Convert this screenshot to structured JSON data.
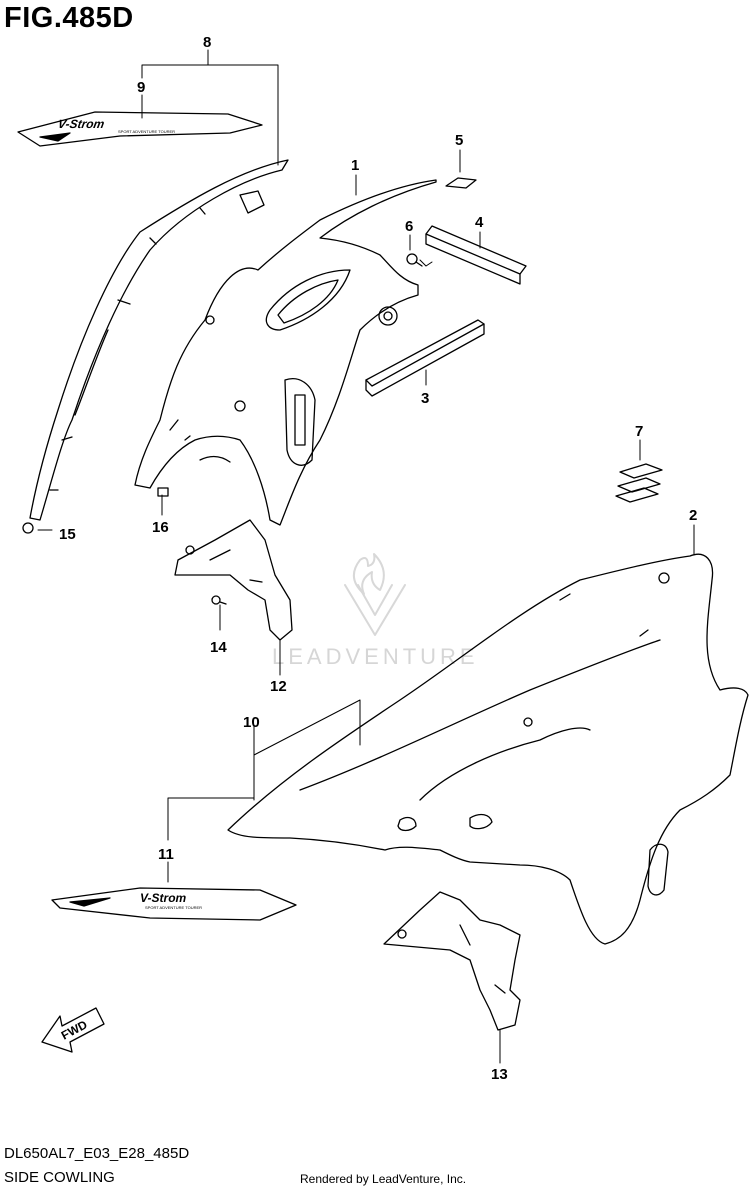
{
  "figure": {
    "title": "FIG.485D",
    "model_code": "DL650AL7_E03_E28_485D",
    "section_name": "SIDE COWLING",
    "rendered_by": "Rendered by LeadVenture, Inc.",
    "watermark": "LEADVENTURE"
  },
  "callouts": [
    {
      "id": "1",
      "label": "1"
    },
    {
      "id": "2",
      "label": "2"
    },
    {
      "id": "3",
      "label": "3"
    },
    {
      "id": "4",
      "label": "4"
    },
    {
      "id": "5",
      "label": "5"
    },
    {
      "id": "6",
      "label": "6"
    },
    {
      "id": "7",
      "label": "7"
    },
    {
      "id": "8",
      "label": "8"
    },
    {
      "id": "9",
      "label": "9"
    },
    {
      "id": "10",
      "label": "10"
    },
    {
      "id": "11",
      "label": "11"
    },
    {
      "id": "12",
      "label": "12"
    },
    {
      "id": "13",
      "label": "13"
    },
    {
      "id": "14",
      "label": "14"
    },
    {
      "id": "15",
      "label": "15"
    },
    {
      "id": "16",
      "label": "16"
    }
  ],
  "decals": {
    "brand_text": "V-Strom",
    "tagline": "SPORT ADVENTURE TOURER"
  },
  "arrow_label": "FWD",
  "colors": {
    "line": "#000000",
    "background": "#ffffff",
    "watermark": "#d6d6d6"
  }
}
